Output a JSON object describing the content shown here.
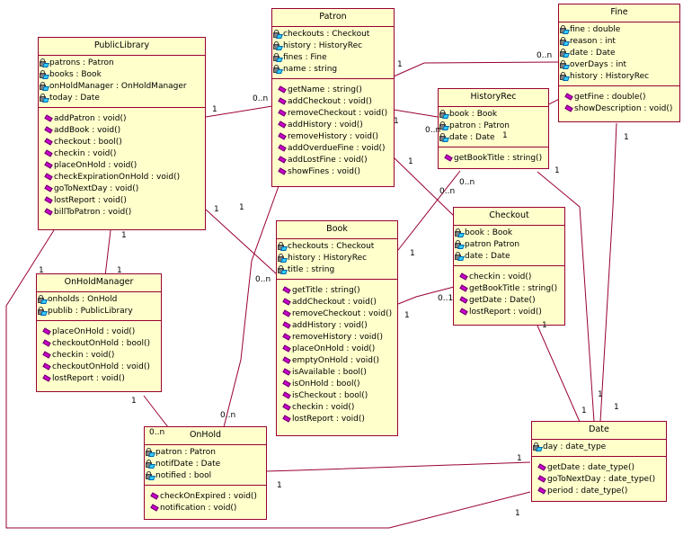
{
  "diagram": {
    "type": "UML class diagram",
    "line_color": "#990033",
    "box_fill": "#ffffcc"
  },
  "classes": {
    "publiclibrary": {
      "name": "PublicLibrary",
      "attributes": [
        "patrons : Patron",
        "books : Book",
        "onHoldManager : OnHoldManager",
        "today : Date"
      ],
      "operations": [
        "addPatron : void()",
        "addBook : void()",
        "checkout : bool()",
        "checkin : void()",
        "placeOnHold : void()",
        "checkExpirationOnHold : void()",
        "goToNextDay : void()",
        "lostReport : void()",
        "billToPatron : void()"
      ]
    },
    "patron": {
      "name": "Patron",
      "attributes": [
        "checkouts : Checkout",
        "history : HistoryRec",
        "fines : Fine",
        "name : string"
      ],
      "operations": [
        "getName : string()",
        "addCheckout : void()",
        "removeCheckout : void()",
        "addHistory : void()",
        "removeHistory : void()",
        "addOverdueFine : void()",
        "addLostFine : void()",
        "showFines : void()"
      ]
    },
    "fine": {
      "name": "Fine",
      "attributes": [
        "fine : double",
        "reason : int",
        "date : Date",
        "overDays : int",
        "history : HistoryRec"
      ],
      "operations": [
        "getFine : double()",
        "showDescription : void()"
      ]
    },
    "historyrec": {
      "name": "HistoryRec",
      "attributes": [
        "book : Book",
        "patron : Patron",
        "date : Date"
      ],
      "operations": [
        "getBookTitle : string()"
      ]
    },
    "book": {
      "name": "Book",
      "attributes": [
        "checkouts : Checkout",
        "history : HistoryRec",
        "title : string"
      ],
      "operations": [
        "getTitle : string()",
        "addCheckout : void()",
        "removeCheckout : void()",
        "addHistory : void()",
        "removeHistory : void()",
        "placeOnHold : void()",
        "emptyOnHold : void()",
        "isAvailable : bool()",
        "isOnHold : bool()",
        "isCheckout : bool()",
        "checkin : void()",
        "lostReport : void()"
      ]
    },
    "checkout": {
      "name": "Checkout",
      "attributes": [
        "book : Book",
        "patron Patron",
        "date : Date"
      ],
      "operations": [
        "checkin : void()",
        "getBookTitle : string()",
        "getDate : Date()",
        "lostReport : void()"
      ]
    },
    "onholdmanager": {
      "name": "OnHoldManager",
      "attributes": [
        "onholds : OnHold",
        "publib : PublicLibrary"
      ],
      "operations": [
        "placeOnHold : void()",
        "checkoutOnHold : bool()",
        "checkin : void()",
        "checkoutOnHold : void()",
        "lostReport : void()"
      ]
    },
    "onhold": {
      "name": "OnHold",
      "attributes": [
        "patron : Patron",
        "notifDate : Date",
        "notified : bool"
      ],
      "operations": [
        "checkOnExpired : void()",
        "notification : void()"
      ]
    },
    "date": {
      "name": "Date",
      "attributes": [
        "day : date_type"
      ],
      "operations": [
        "getDate : date_type()",
        "goToNextDay : date_type()",
        "period : date_type()"
      ]
    }
  },
  "multiplicities": {
    "pl_patron_1": "1",
    "pl_patron_n": "0..n",
    "patron_fine_1": "1",
    "patron_fine_n": "0..n",
    "patron_hist_1": "1",
    "patron_hist_n": "0..n",
    "fine_hist_1": "1",
    "patron_checkout_1": "1",
    "patron_checkout_n": "0..n",
    "hist_book_1": "1",
    "hist_book_n": "0..n",
    "pl_book_1": "1",
    "pl_book_n": "0..n",
    "book_checkout_1": "1",
    "book_checkout_01": "0..1",
    "pl_ohm_1a": "1",
    "pl_ohm_1b": "1",
    "pl_date_1": "1",
    "ohm_onhold_1": "1",
    "ohm_onhold_n": "0..n",
    "patron_onhold_1": "1",
    "patron_onhold_n": "0..n",
    "hist_date_1": "1",
    "fine_date_1": "1",
    "checkout_date_1": "1",
    "date_1a": "1",
    "date_1b": "1",
    "onhold_date_1": "1",
    "onhold_date_1b": "1",
    "pl_date_end": "1"
  }
}
